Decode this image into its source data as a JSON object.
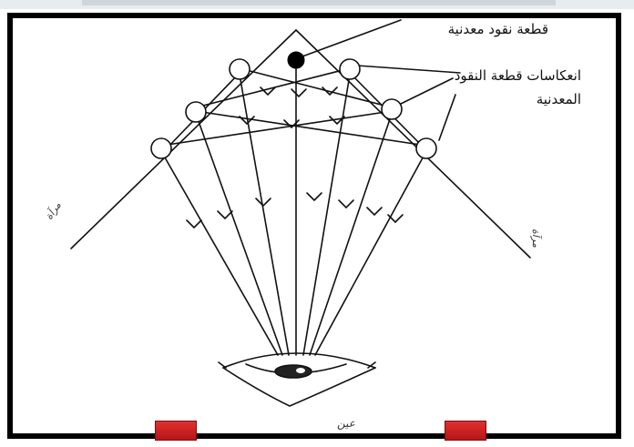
{
  "labels": {
    "coin": "قطعة نقود معدنية",
    "reflections": "انعكاسات قطعة النقود المعدنية",
    "eye": "عين",
    "mirror_left": "مرآة",
    "mirror_right": "مرآة"
  },
  "icons": {
    "coin": "black-coin-dot",
    "images": "circle-reflection",
    "eye": "eye-drawing",
    "nav_left": "red-square-button",
    "nav_right": "red-square-button"
  },
  "colors": {
    "line": "#111111",
    "frame": "#000000",
    "button": "#cc2020"
  }
}
